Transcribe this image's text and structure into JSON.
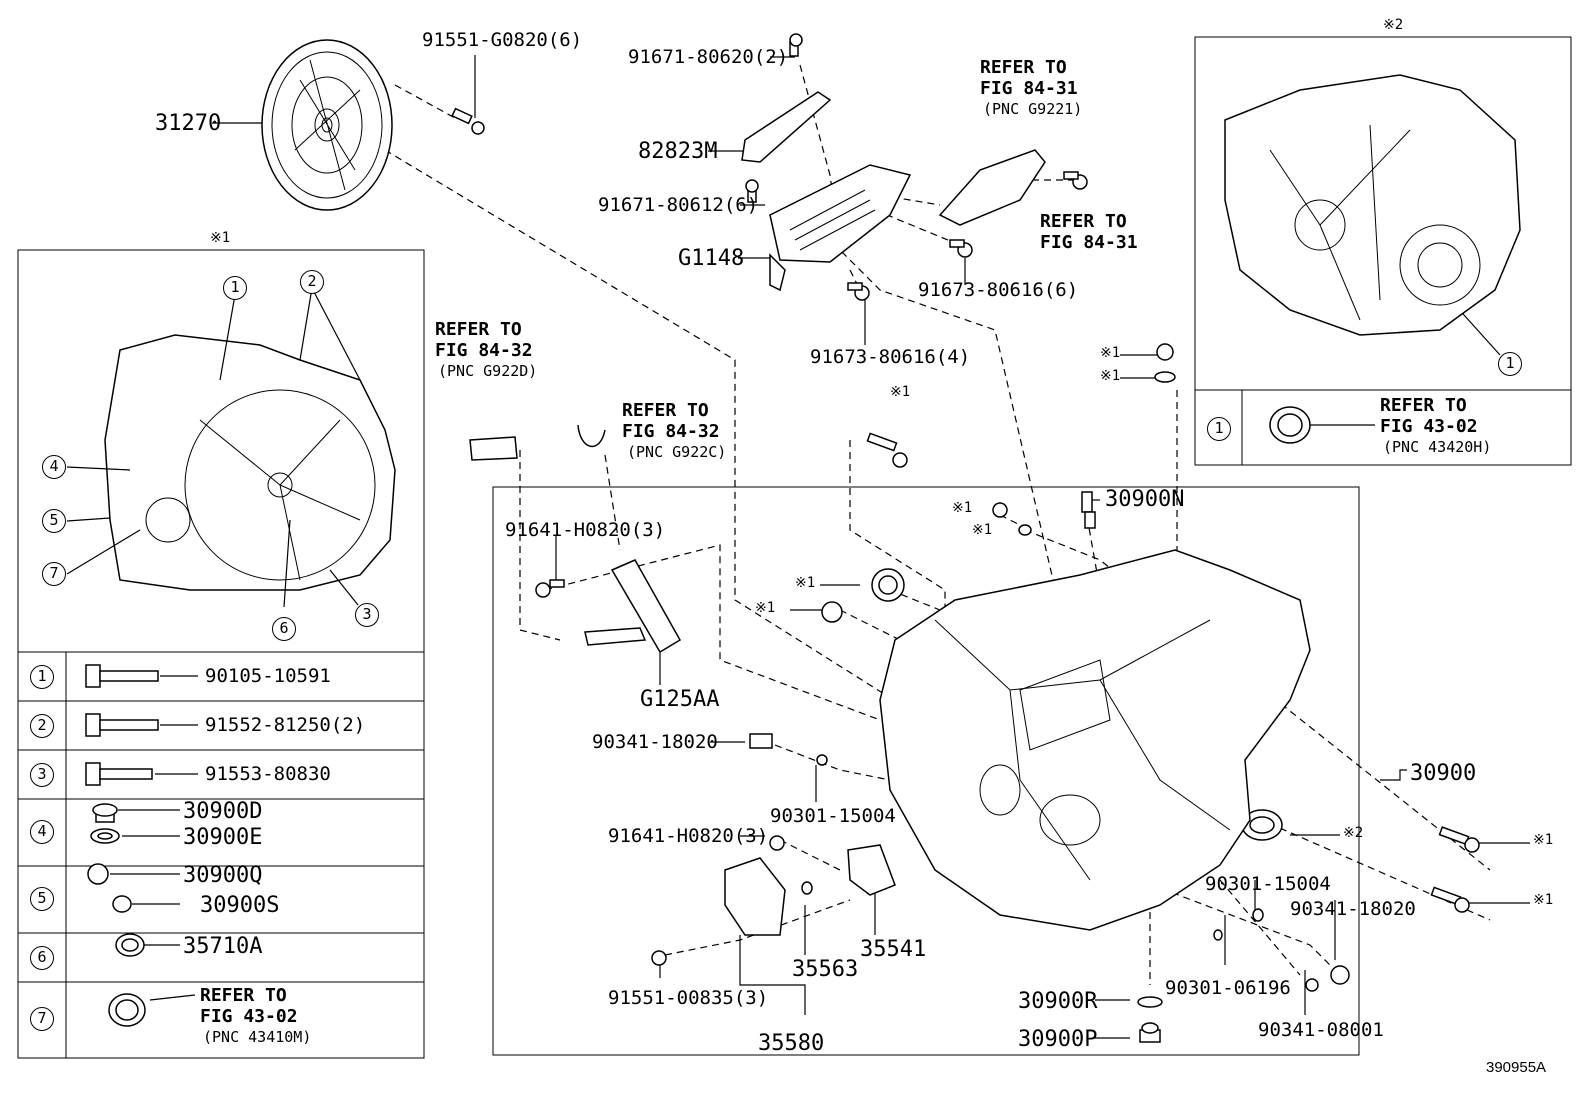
{
  "notes": {
    "note1": "※1",
    "note2": "※2"
  },
  "labels": {
    "p31270": "31270",
    "p91551_g0820": "91551-G0820(6)",
    "p91671_80620": "91671-80620(2)",
    "p82823m": "82823M",
    "p91671_80612": "91671-80612(6)",
    "pg1148": "G1148",
    "p91673_80616_6": "91673-80616(6)",
    "p91673_80616_4": "91673-80616(4)",
    "p30900n": "30900N",
    "p91641_h0820_a": "91641-H0820(3)",
    "pg125aa": "G125AA",
    "p90341_18020_a": "90341-18020",
    "p90301_15004_a": "90301-15004",
    "p91641_h0820_b": "91641-H0820(3)",
    "p35563": "35563",
    "p35541": "35541",
    "p91551_00835": "91551-00835(3)",
    "p35580": "35580",
    "p30900": "30900",
    "p90301_15004_b": "90301-15004",
    "p90341_18020_b": "90341-18020",
    "p90301_06196": "90301-06196",
    "p30900r": "30900R",
    "p30900p": "30900P",
    "p90341_08001": "90341-08001",
    "figure_code": "390955A"
  },
  "refs": {
    "ref_84_31_a": {
      "line1": "REFER TO",
      "line2": "FIG 84-31",
      "line3": "(PNC G9221)"
    },
    "ref_84_31_b": {
      "line1": "REFER TO",
      "line2": "FIG 84-31"
    },
    "ref_84_32_d": {
      "line1": "REFER TO",
      "line2": "FIG 84-32",
      "line3": "(PNC G922D)"
    },
    "ref_84_32_c": {
      "line1": "REFER TO",
      "line2": "FIG 84-32",
      "line3": "(PNC G922C)"
    }
  },
  "inset_left": {
    "mark": "※1",
    "callouts": [
      "1",
      "2",
      "3",
      "4",
      "5",
      "6",
      "7"
    ],
    "table": [
      {
        "num": "1",
        "parts": [
          "90105-10591"
        ]
      },
      {
        "num": "2",
        "parts": [
          "91552-81250(2)"
        ]
      },
      {
        "num": "3",
        "parts": [
          "91553-80830"
        ]
      },
      {
        "num": "4",
        "parts": [
          "30900D",
          "30900E"
        ]
      },
      {
        "num": "5",
        "parts": [
          "30900Q",
          "30900S"
        ]
      },
      {
        "num": "6",
        "parts": [
          "35710A"
        ]
      },
      {
        "num": "7",
        "parts": [
          "REFER TO",
          "FIG 43-02",
          "(PNC 43410M)"
        ]
      }
    ]
  },
  "inset_right": {
    "mark": "※2",
    "callout": "1",
    "table": {
      "num": "1",
      "line1": "REFER TO",
      "line2": "FIG 43-02",
      "line3": "(PNC 43420H)"
    }
  }
}
